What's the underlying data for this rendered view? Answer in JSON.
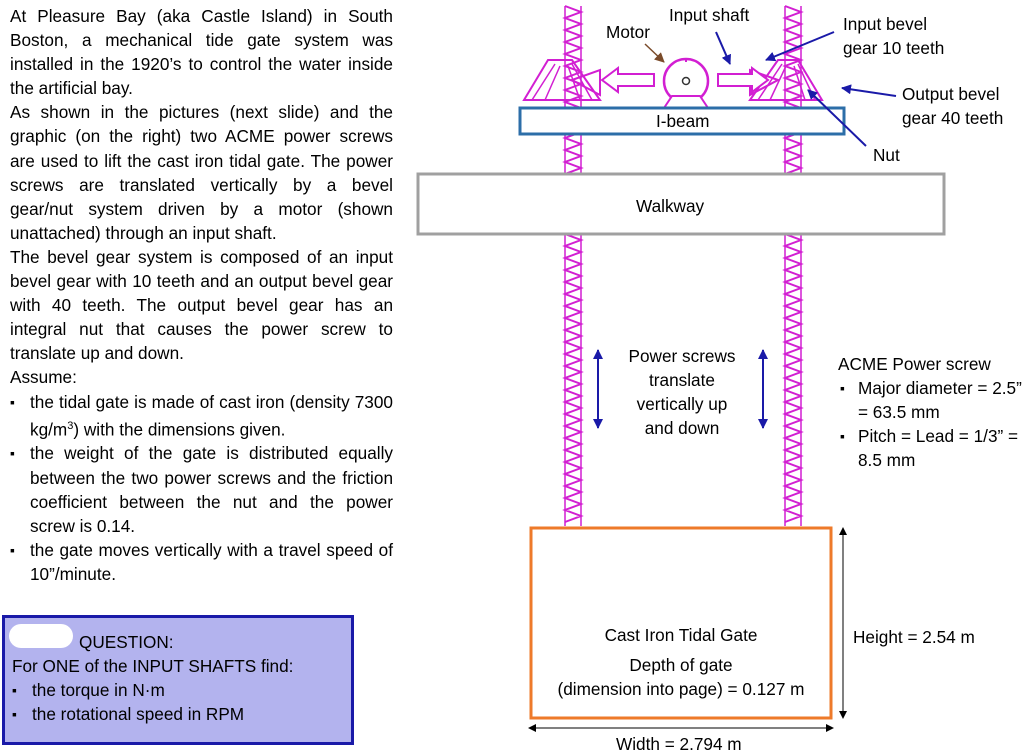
{
  "intro": {
    "p1": "At Pleasure Bay (aka Castle Island) in South Boston, a mechanical tide gate system was installed in the 1920’s to control the water inside the artificial bay.",
    "p2": "As shown in the pictures (next slide) and the graphic (on the right) two ACME power screws are used to lift the cast iron tidal gate. The power screws are translated vertically by a bevel gear/nut system driven by a motor (shown unattached) through an input shaft.",
    "p3": "The bevel gear system is composed of an input bevel gear with 10 teeth and an output bevel gear with 40 teeth. The output bevel gear has an integral nut that causes the power screw to translate up and down.",
    "assume_label": "Assume:",
    "assumptions": [
      {
        "pre": "the tidal gate is made of cast iron (density 7300 kg/m",
        "sup": "3",
        "post": ") with the dimensions given."
      },
      {
        "pre": "the weight of the gate is distributed equally between the two power screws and the friction coefficient between the nut and the power screw is 0.14.",
        "sup": "",
        "post": ""
      },
      {
        "pre": "the gate moves vertically with a travel speed of 10”/minute.",
        "sup": "",
        "post": ""
      }
    ]
  },
  "question": {
    "title": "QUESTION:",
    "lead": "For ONE of the INPUT SHAFTS find:",
    "items": [
      "the torque in N·m",
      "the rotational speed in RPM"
    ]
  },
  "diagram": {
    "motor": "Motor",
    "input_shaft": "Input shaft",
    "input_bevel_1": "Input bevel",
    "input_bevel_2": "gear 10 teeth",
    "output_bevel_1": "Output bevel",
    "output_bevel_2": "gear 40 teeth",
    "nut": "Nut",
    "ibeam": "I-beam",
    "walkway": "Walkway",
    "screws_1": "Power screws",
    "screws_2": "translate",
    "screws_3": "vertically up",
    "screws_4": "and down",
    "acme_title": "ACME Power screw",
    "acme_items": [
      "Major diameter = 2.5” = 63.5 mm",
      "Pitch = Lead = 1/3” = 8.5 mm"
    ],
    "gate_1": "Cast Iron Tidal Gate",
    "gate_2": "Depth of gate",
    "gate_3": "(dimension into page) = 0.127 m",
    "height": "Height = 2.54 m",
    "width": "Width = 2.794 m"
  },
  "colors": {
    "screw": "#d21fd2",
    "beam": "#2c6ea8",
    "gate": "#ee7a2a",
    "arrow": "#1a1aa8",
    "question_bg": "#b3b3ee"
  }
}
